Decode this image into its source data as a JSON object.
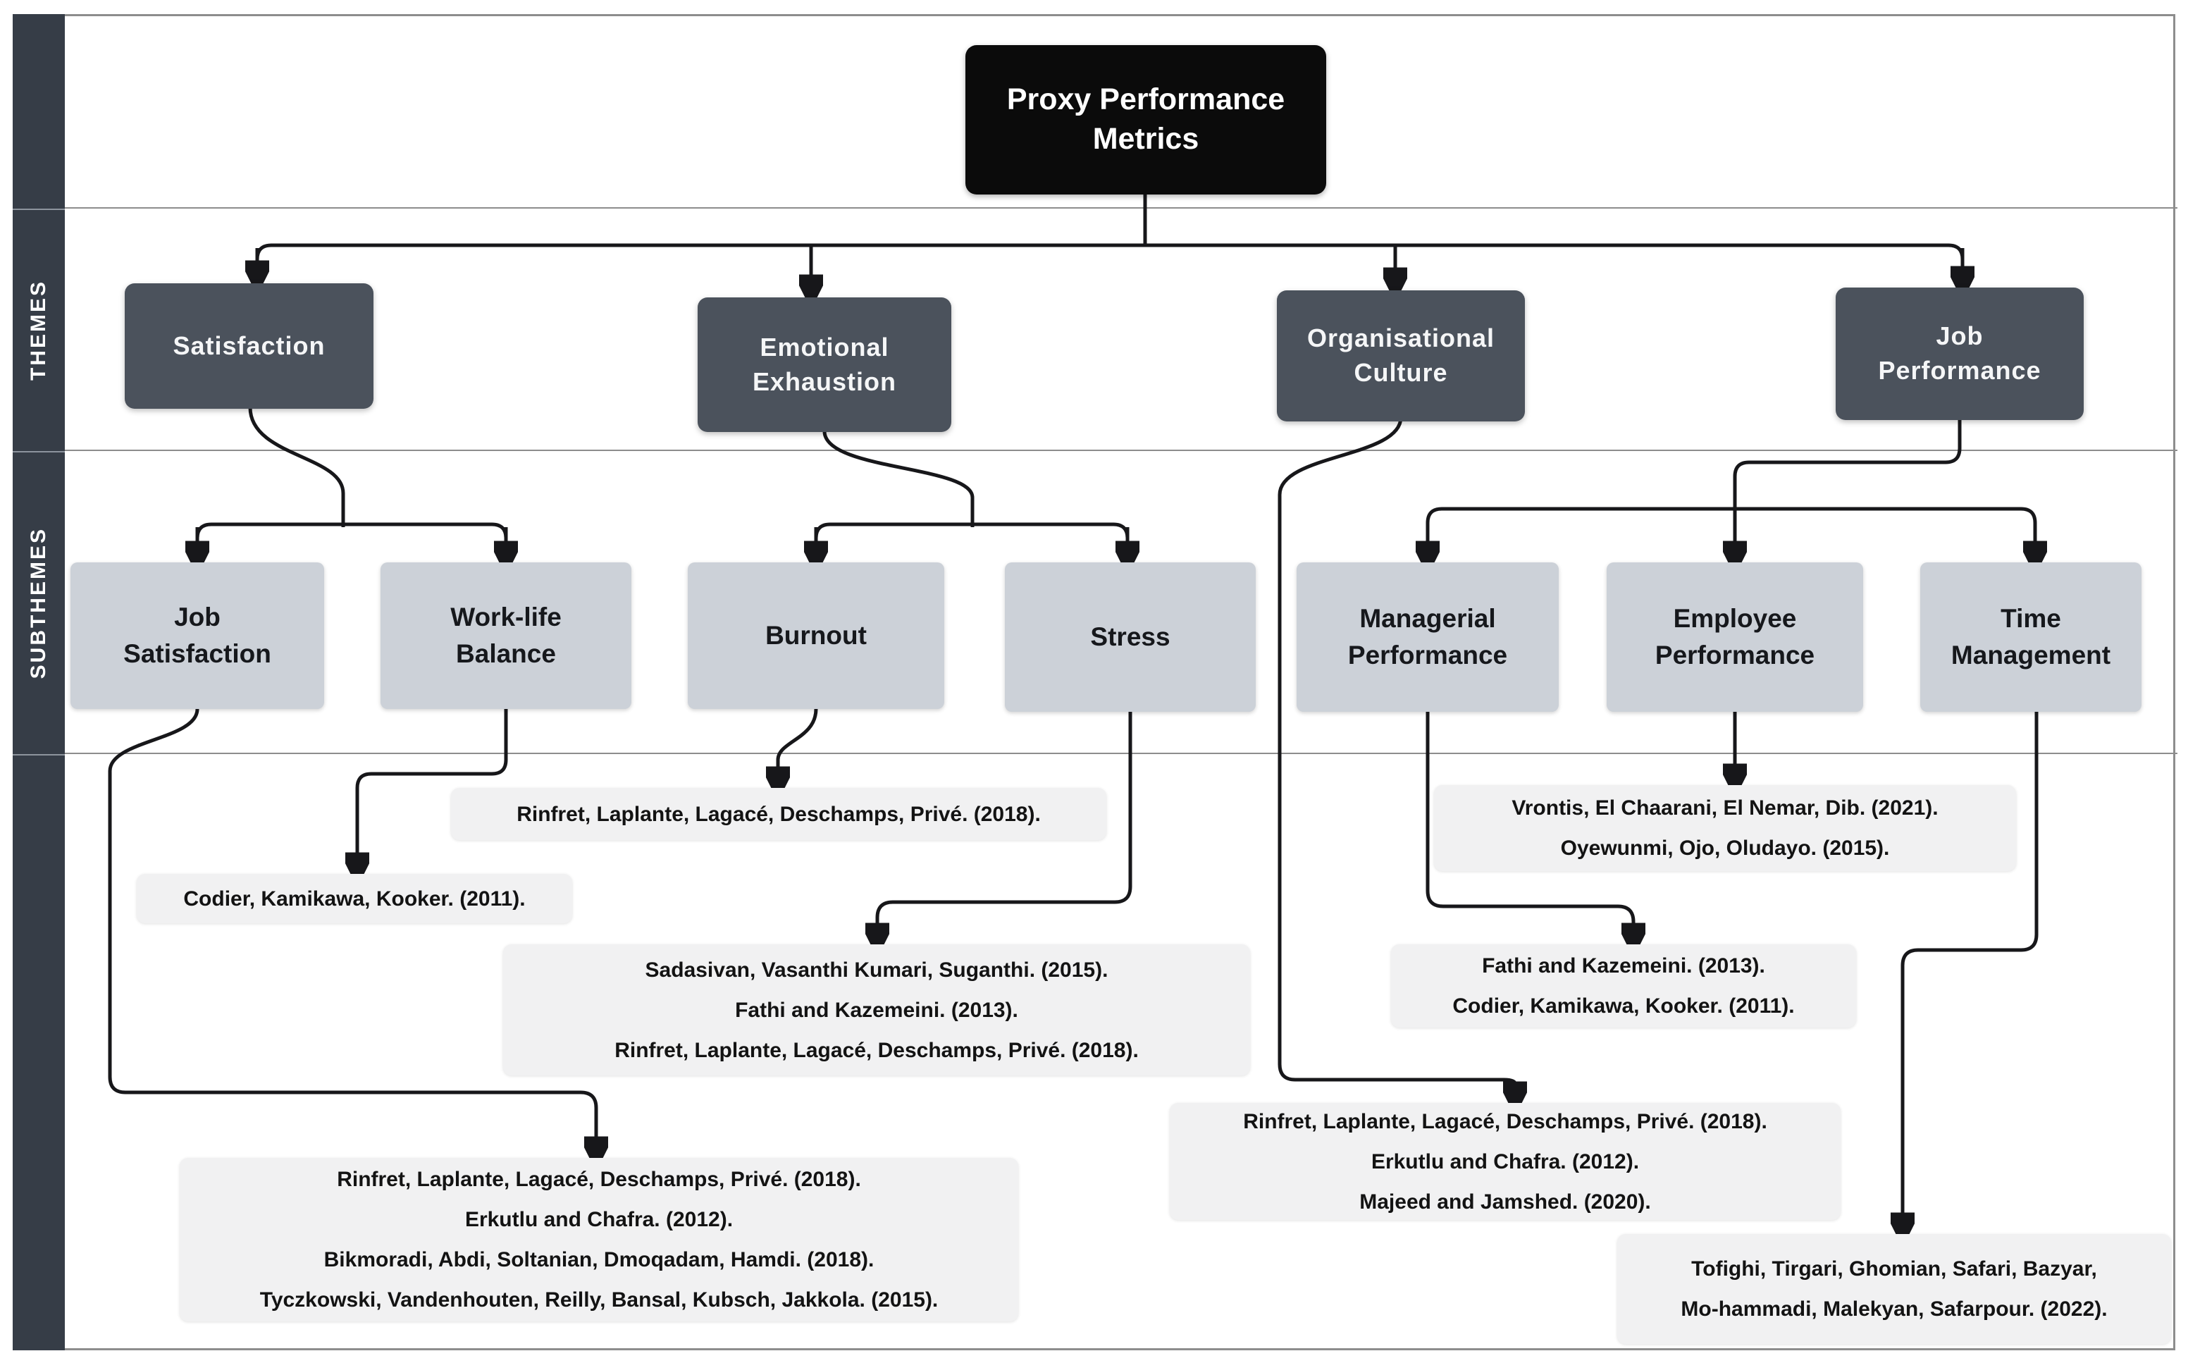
{
  "diagram_title": "Proxy Performance Metrics",
  "sidebar": {
    "themes_label": "THEMES",
    "subthemes_label": "SUBTHEMES"
  },
  "root": {
    "label": "Proxy Performance\nMetrics"
  },
  "themes": {
    "satisfaction": {
      "label": "Satisfaction"
    },
    "emotional_exhaustion": {
      "label": "Emotional\nExhaustion"
    },
    "organisational_culture": {
      "label": "Organisational\nCulture"
    },
    "job_performance": {
      "label": "Job\nPerformance"
    }
  },
  "subthemes": {
    "job_satisfaction": {
      "label": "Job\nSatisfaction"
    },
    "work_life_balance": {
      "label": "Work-life\nBalance"
    },
    "burnout": {
      "label": "Burnout"
    },
    "stress": {
      "label": "Stress"
    },
    "managerial_performance": {
      "label": "Managerial\nPerformance"
    },
    "employee_performance": {
      "label": "Employee\nPerformance"
    },
    "time_management": {
      "label": "Time\nManagement"
    }
  },
  "citations": {
    "burnout": {
      "lines": [
        "Rinfret, Laplante, Lagacé, Deschamps, Privé. (2018)."
      ]
    },
    "worklife": {
      "lines": [
        "Codier, Kamikawa, Kooker. (2011)."
      ]
    },
    "employee": {
      "lines": [
        "Vrontis, El Chaarani, El Nemar, Dib. (2021).",
        "Oyewunmi, Ojo, Oludayo. (2015)."
      ]
    },
    "stress": {
      "lines": [
        "Sadasivan, Vasanthi Kumari, Suganthi. (2015).",
        "Fathi and Kazemeini. (2013).",
        "Rinfret, Laplante, Lagacé, Deschamps, Privé. (2018)."
      ]
    },
    "managerial": {
      "lines": [
        "Fathi and Kazemeini. (2013).",
        "Codier, Kamikawa, Kooker. (2011)."
      ]
    },
    "culture": {
      "lines": [
        "Rinfret, Laplante, Lagacé, Deschamps, Privé. (2018).",
        "Erkutlu and Chafra. (2012).",
        "Majeed and Jamshed. (2020)."
      ]
    },
    "jobsat": {
      "lines": [
        "Rinfret, Laplante, Lagacé, Deschamps, Privé. (2018).",
        "Erkutlu and Chafra. (2012).",
        "Bikmoradi, Abdi, Soltanian, Dmoqadam, Hamdi. (2018).",
        "Tyczkowski, Vandenhouten, Reilly, Bansal, Kubsch, Jakkola. (2015)."
      ]
    },
    "time": {
      "lines": [
        "Tofighi, Tirgari, Ghomian, Safari, Bazyar,",
        "Mo-hammadi, Malekyan, Safarpour. (2022)."
      ]
    }
  },
  "colors": {
    "root_box": "#0b0b0b",
    "theme_box": "#4b525c",
    "subtheme_box": "#ccd1d8",
    "citation_box": "#f1f1f2",
    "sidebar": "#363d47",
    "connector": "#17171a",
    "grid_line": "#8d8d8d",
    "background": "#ffffff"
  }
}
